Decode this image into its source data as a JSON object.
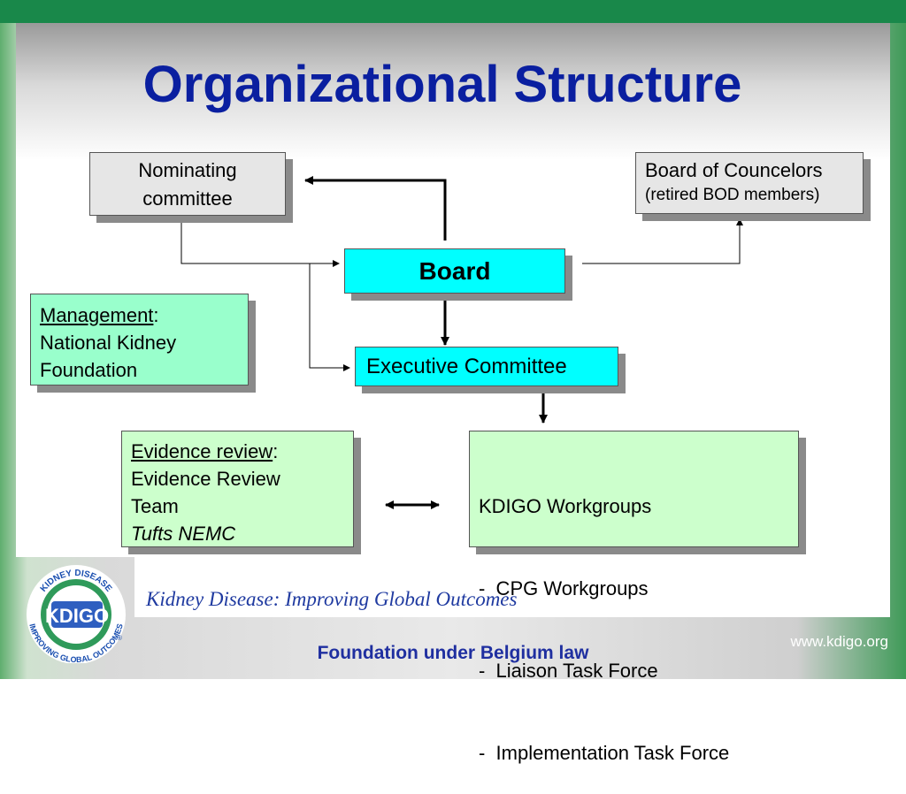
{
  "slide": {
    "title": "Organizational Structure",
    "tagline": "Kidney Disease: Improving Global Outcomes",
    "foundation": "Foundation under Belgium law",
    "website": "www.kdigo.org"
  },
  "logo": {
    "ring_top": "KIDNEY DISEASE",
    "ring_bottom": "IMPROVING GLOBAL OUTCOMES",
    "wordmark": "KDIGO",
    "registered": "®"
  },
  "nodes": {
    "nominating": {
      "line1": "Nominating",
      "line2": "committee"
    },
    "councelors": {
      "line1": "Board of Councelors",
      "line2": "(retired BOD members)"
    },
    "board": {
      "label": "Board"
    },
    "management": {
      "heading": "Management",
      "colon": ":",
      "line2": "National Kidney",
      "line3": "Foundation"
    },
    "executive": {
      "label": "Executive Committee"
    },
    "evidence": {
      "heading": "Evidence review",
      "colon": ":",
      "line2": "Evidence Review",
      "line3": "Team",
      "line4": "Tufts NEMC"
    },
    "workgroups": {
      "line1": "KDIGO Workgroups",
      "line2": "-  CPG Workgroups",
      "line3": "-  Liaison Task Force",
      "line4": "-  Implementation Task Force"
    }
  },
  "colors": {
    "title": "#0a1fa0",
    "board_fill": "#00ffff",
    "management_fill": "#99ffcc",
    "workgroup_fill": "#ccffcc",
    "nominating_fill": "#e6e6e6",
    "top_bar": "#19884a"
  }
}
